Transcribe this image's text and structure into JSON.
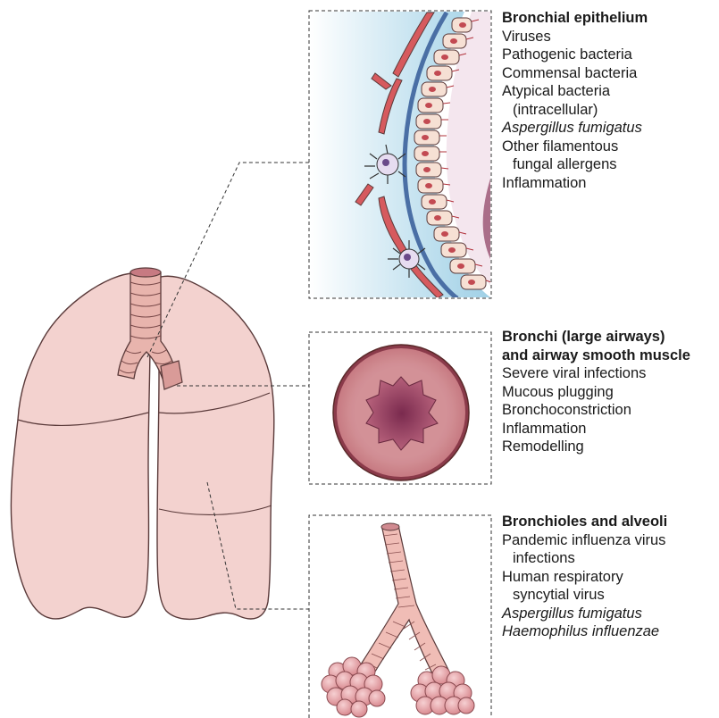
{
  "panels": {
    "epithelium": {
      "title": "Bronchial epithelium",
      "items": [
        {
          "text": "Viruses",
          "italic": false,
          "indent": false
        },
        {
          "text": "Pathogenic bacteria",
          "italic": false,
          "indent": false
        },
        {
          "text": "Commensal bacteria",
          "italic": false,
          "indent": false
        },
        {
          "text": "Atypical bacteria",
          "italic": false,
          "indent": false
        },
        {
          "text": "(intracellular)",
          "italic": false,
          "indent": true
        },
        {
          "text": "Aspergillus fumigatus",
          "italic": true,
          "indent": false
        },
        {
          "text": "Other filamentous",
          "italic": false,
          "indent": false
        },
        {
          "text": "fungal allergens",
          "italic": false,
          "indent": true
        },
        {
          "text": "Inflammation",
          "italic": false,
          "indent": false
        }
      ]
    },
    "bronchi": {
      "title_line1": "Bronchi (large airways)",
      "title_line2": "and airway smooth muscle",
      "items": [
        {
          "text": "Severe viral infections",
          "italic": false,
          "indent": false
        },
        {
          "text": "Mucous plugging",
          "italic": false,
          "indent": false
        },
        {
          "text": "Bronchoconstriction",
          "italic": false,
          "indent": false
        },
        {
          "text": "Inflammation",
          "italic": false,
          "indent": false
        },
        {
          "text": "Remodelling",
          "italic": false,
          "indent": false
        }
      ]
    },
    "bronchioles": {
      "title": "Bronchioles and alveoli",
      "items": [
        {
          "text": "Pandemic influenza virus",
          "italic": false,
          "indent": false
        },
        {
          "text": "infections",
          "italic": false,
          "indent": true
        },
        {
          "text": "Human respiratory",
          "italic": false,
          "indent": false
        },
        {
          "text": "syncytial virus",
          "italic": false,
          "indent": true
        },
        {
          "text": "Aspergillus  fumigatus",
          "italic": true,
          "indent": false
        },
        {
          "text": "Haemophilus influenzae",
          "italic": true,
          "indent": false
        }
      ]
    }
  },
  "colors": {
    "lung_fill": "#f3d2cf",
    "lung_stroke": "#5a3a3a",
    "trachea_fill": "#e8b4ad",
    "mucosa_blue": "#bfe0ee",
    "muscle_red": "#c9535a",
    "lumen_purple": "#8a3a5e",
    "alveoli_pink": "#e6a6aa"
  }
}
